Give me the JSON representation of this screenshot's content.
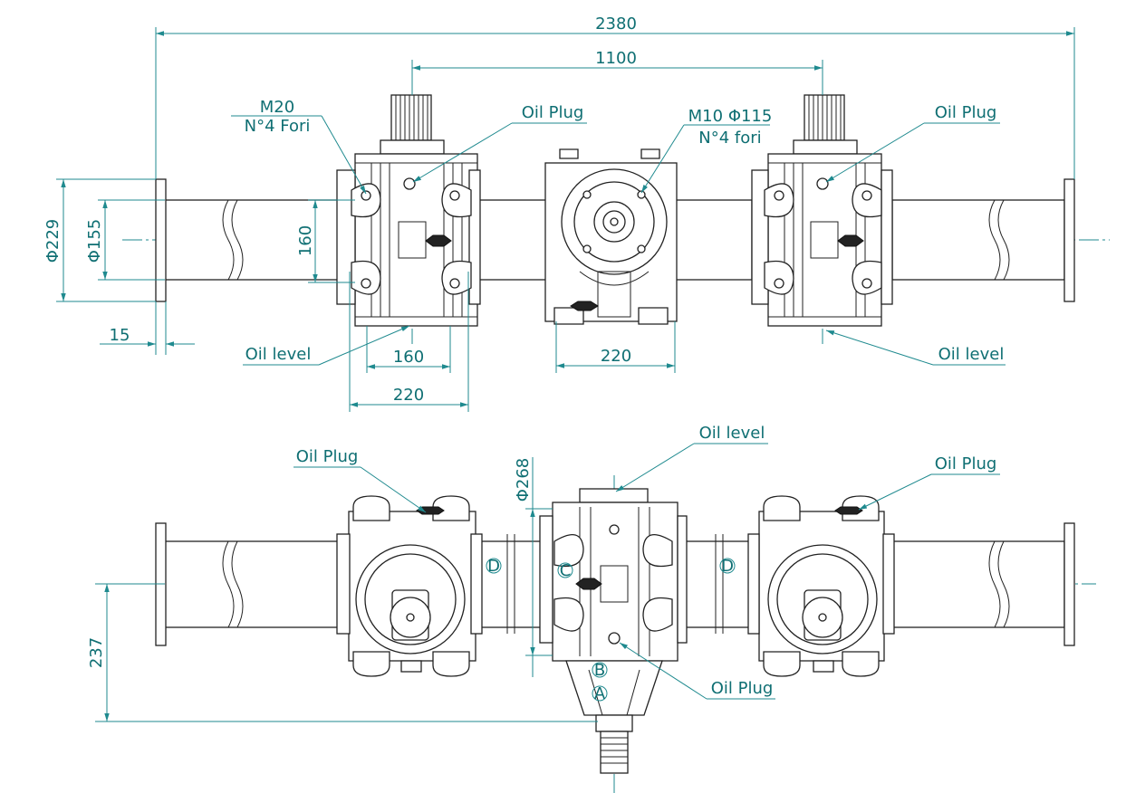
{
  "dimensions": {
    "overall_length": "2380",
    "shaft_spacing": "1100",
    "flange_outer_diameter": "Φ229",
    "flange_bolt_diameter": "Φ155",
    "flange_thickness": "15",
    "box_height": "160",
    "box_inner_width": "160",
    "box_outer_width": "220",
    "center_box_width": "220",
    "center_box_diameter": "Φ268",
    "input_height": "237"
  },
  "callouts": {
    "thread_left_line1": "M20",
    "thread_left_line2": "N°4 Fori",
    "thread_center_line1": "M10 Φ115",
    "thread_center_line2": "N°4 fori",
    "oil_plug": "Oil Plug",
    "oil_level": "Oil level"
  },
  "markers": {
    "d": "D",
    "c": "C",
    "b": "B",
    "a": "A"
  },
  "colors": {
    "dimension": "#1f8a8f",
    "text": "#0f6f73",
    "outline": "#222222"
  }
}
